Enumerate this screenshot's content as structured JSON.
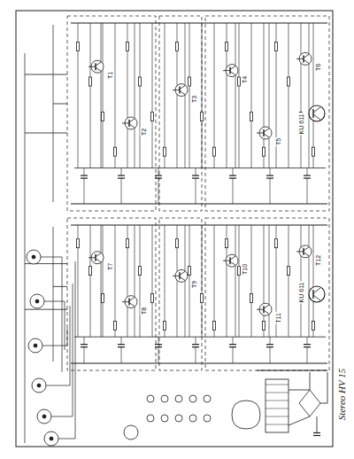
{
  "diagram": {
    "title": "Stereo HV 15",
    "labels": [
      "T1",
      "T2",
      "T3",
      "T4",
      "T5",
      "T6",
      "T7",
      "T8",
      "T9",
      "T10",
      "T11",
      "T12",
      "KU 611",
      "KU 611"
    ]
  }
}
